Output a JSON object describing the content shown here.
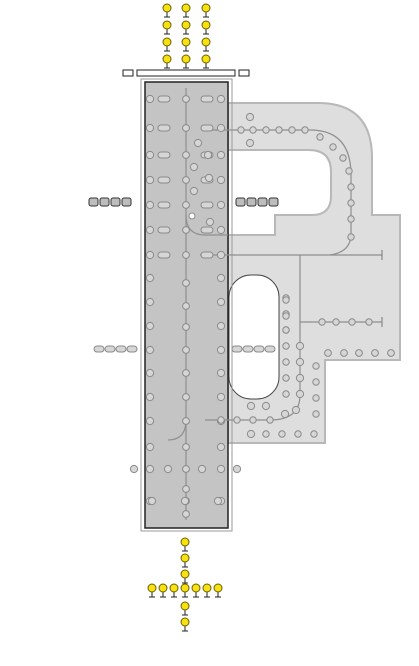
{
  "diagram": {
    "kind": "airport-lighting-layout",
    "colors": {
      "runway_fill": "#c4c4c4",
      "runway_stroke": "#222222",
      "apron_fill": "#dedede",
      "apron_stroke": "#b8b8b8",
      "edge_outline": "#888888",
      "taxi_line": "#8f8f8f",
      "light_fill": "#d6d6d6",
      "light_stroke": "#8a8a8a",
      "approach_fill": "#f7e210",
      "approach_stroke": "#6b5f00",
      "white_fill": "#ffffff",
      "box_fill": "#bdbdbd"
    },
    "counts": {
      "north_approach_columns": 3,
      "north_approach_rows": 4,
      "south_approach_centerline": 6,
      "south_crossbar": 7,
      "side_signs": 4,
      "runway_distance_markers": 4
    }
  }
}
